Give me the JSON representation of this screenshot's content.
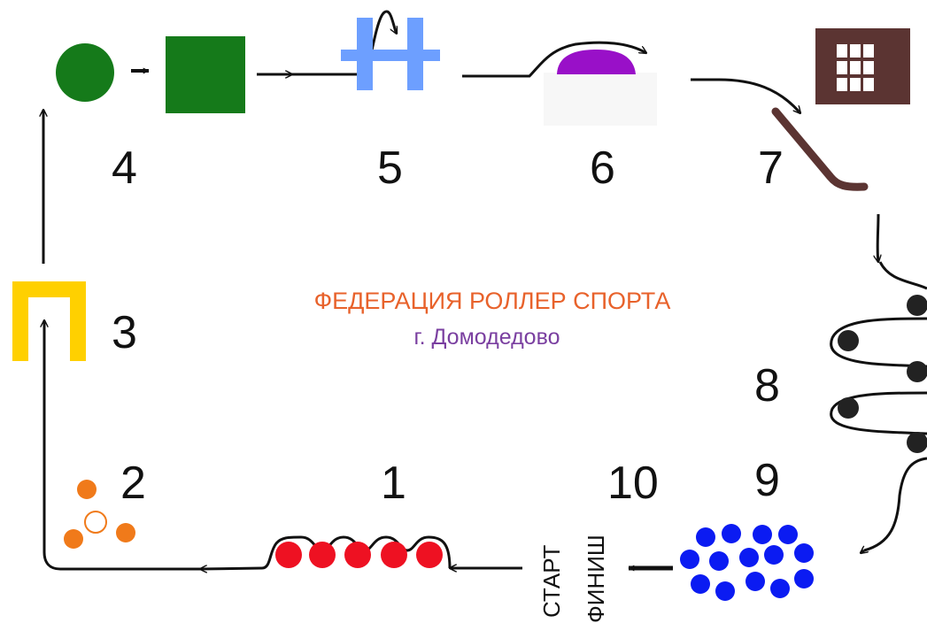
{
  "title": "ФЕДЕРАЦИЯ РОЛЛЕР СПОРТА",
  "subtitle": "г. Домодедово",
  "start_label": "СТАРТ",
  "finish_label": "ФИНИШ",
  "stations": [
    {
      "number": "1",
      "figure": "row-of-cones"
    },
    {
      "number": "2",
      "figure": "triangle-cones"
    },
    {
      "number": "3",
      "figure": "gate"
    },
    {
      "number": "4",
      "figure": "circle-and-square"
    },
    {
      "number": "5",
      "figure": "jump-barrier"
    },
    {
      "number": "6",
      "figure": "dome-ramp"
    },
    {
      "number": "7",
      "figure": "building-and-slide"
    },
    {
      "number": "8",
      "figure": "slalom"
    },
    {
      "number": "9",
      "figure": "cone-cluster"
    },
    {
      "number": "10",
      "figure": "start-finish"
    }
  ],
  "colors": {
    "title": "#e8622b",
    "subtitle": "#7a3fa0",
    "path": "#111111",
    "red_cone": "#ee1122",
    "orange_cone": "#f07a1a",
    "gate": "#ffd000",
    "green": "#157a1a",
    "barrier": "#6d9fff",
    "dome": "#9910c8",
    "building": "#5b3432",
    "slalom_cone": "#222222",
    "blue_cone": "#0b1bf2"
  }
}
